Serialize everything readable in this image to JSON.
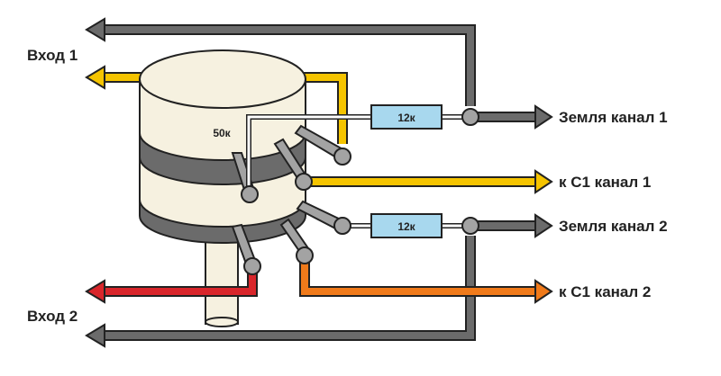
{
  "labels": {
    "input1": "Вход 1",
    "input2": "Вход 2",
    "ground_ch1": "Земля канал 1",
    "c1_ch1": "к С1 канал 1",
    "ground_ch2": "Земля канал 2",
    "c1_ch2": "к С1 канал 2",
    "pot_value": "50к",
    "resistor1": "12к",
    "resistor2": "12к"
  },
  "colors": {
    "gray_wire": "#6b6b6b",
    "yellow_wire": "#f5c400",
    "red_wire": "#d9262b",
    "orange_wire": "#f07a1a",
    "resistor_fill": "#a8d8ee",
    "body_fill": "#f6f1e0",
    "band_fill": "#6b6b6b",
    "terminal_fill": "#a3a3a3"
  }
}
